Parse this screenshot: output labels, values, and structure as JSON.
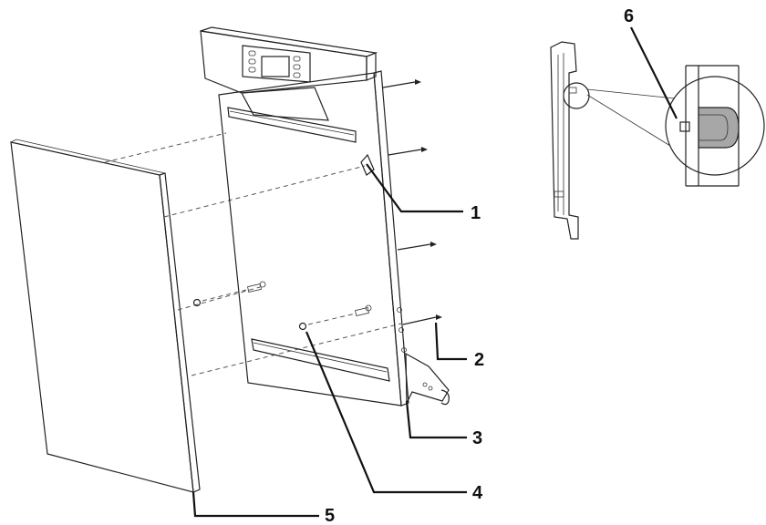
{
  "diagram": {
    "callouts": [
      {
        "id": "1",
        "label": "1"
      },
      {
        "id": "2",
        "label": "2"
      },
      {
        "id": "3",
        "label": "3"
      },
      {
        "id": "4",
        "label": "4"
      },
      {
        "id": "5",
        "label": "5"
      },
      {
        "id": "6",
        "label": "6"
      }
    ],
    "colors": {
      "line": "#222222",
      "background": "#ffffff",
      "detail_fill": "#a7a7a7"
    }
  }
}
